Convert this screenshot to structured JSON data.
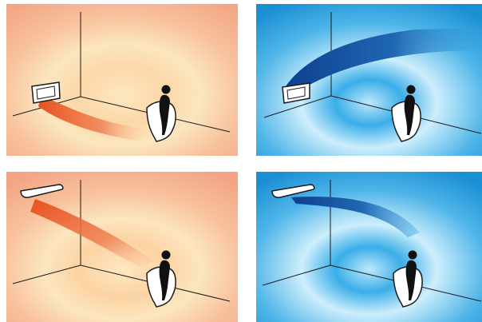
{
  "panels": [
    {
      "id": "heating-floor-unit",
      "mode": "heating",
      "unit": "floor",
      "flow": "toward-person"
    },
    {
      "id": "cooling-floor-unit",
      "mode": "cooling",
      "unit": "floor",
      "flow": "upward-arc"
    },
    {
      "id": "heating-ceiling-unit",
      "mode": "heating",
      "unit": "ceiling",
      "flow": "downward-to-person"
    },
    {
      "id": "cooling-ceiling-unit",
      "mode": "cooling",
      "unit": "ceiling",
      "flow": "horizontal-arc"
    }
  ],
  "colors": {
    "heating_background_edge": "#f3a585",
    "heating_background_center": "#fde8c0",
    "cooling_background_edge": "#1a8fd4",
    "cooling_background_center": "#cdeefc",
    "heating_airflow": "#e8501e",
    "cooling_airflow": "#0d3f8f",
    "outline": "#1a1a1a"
  }
}
